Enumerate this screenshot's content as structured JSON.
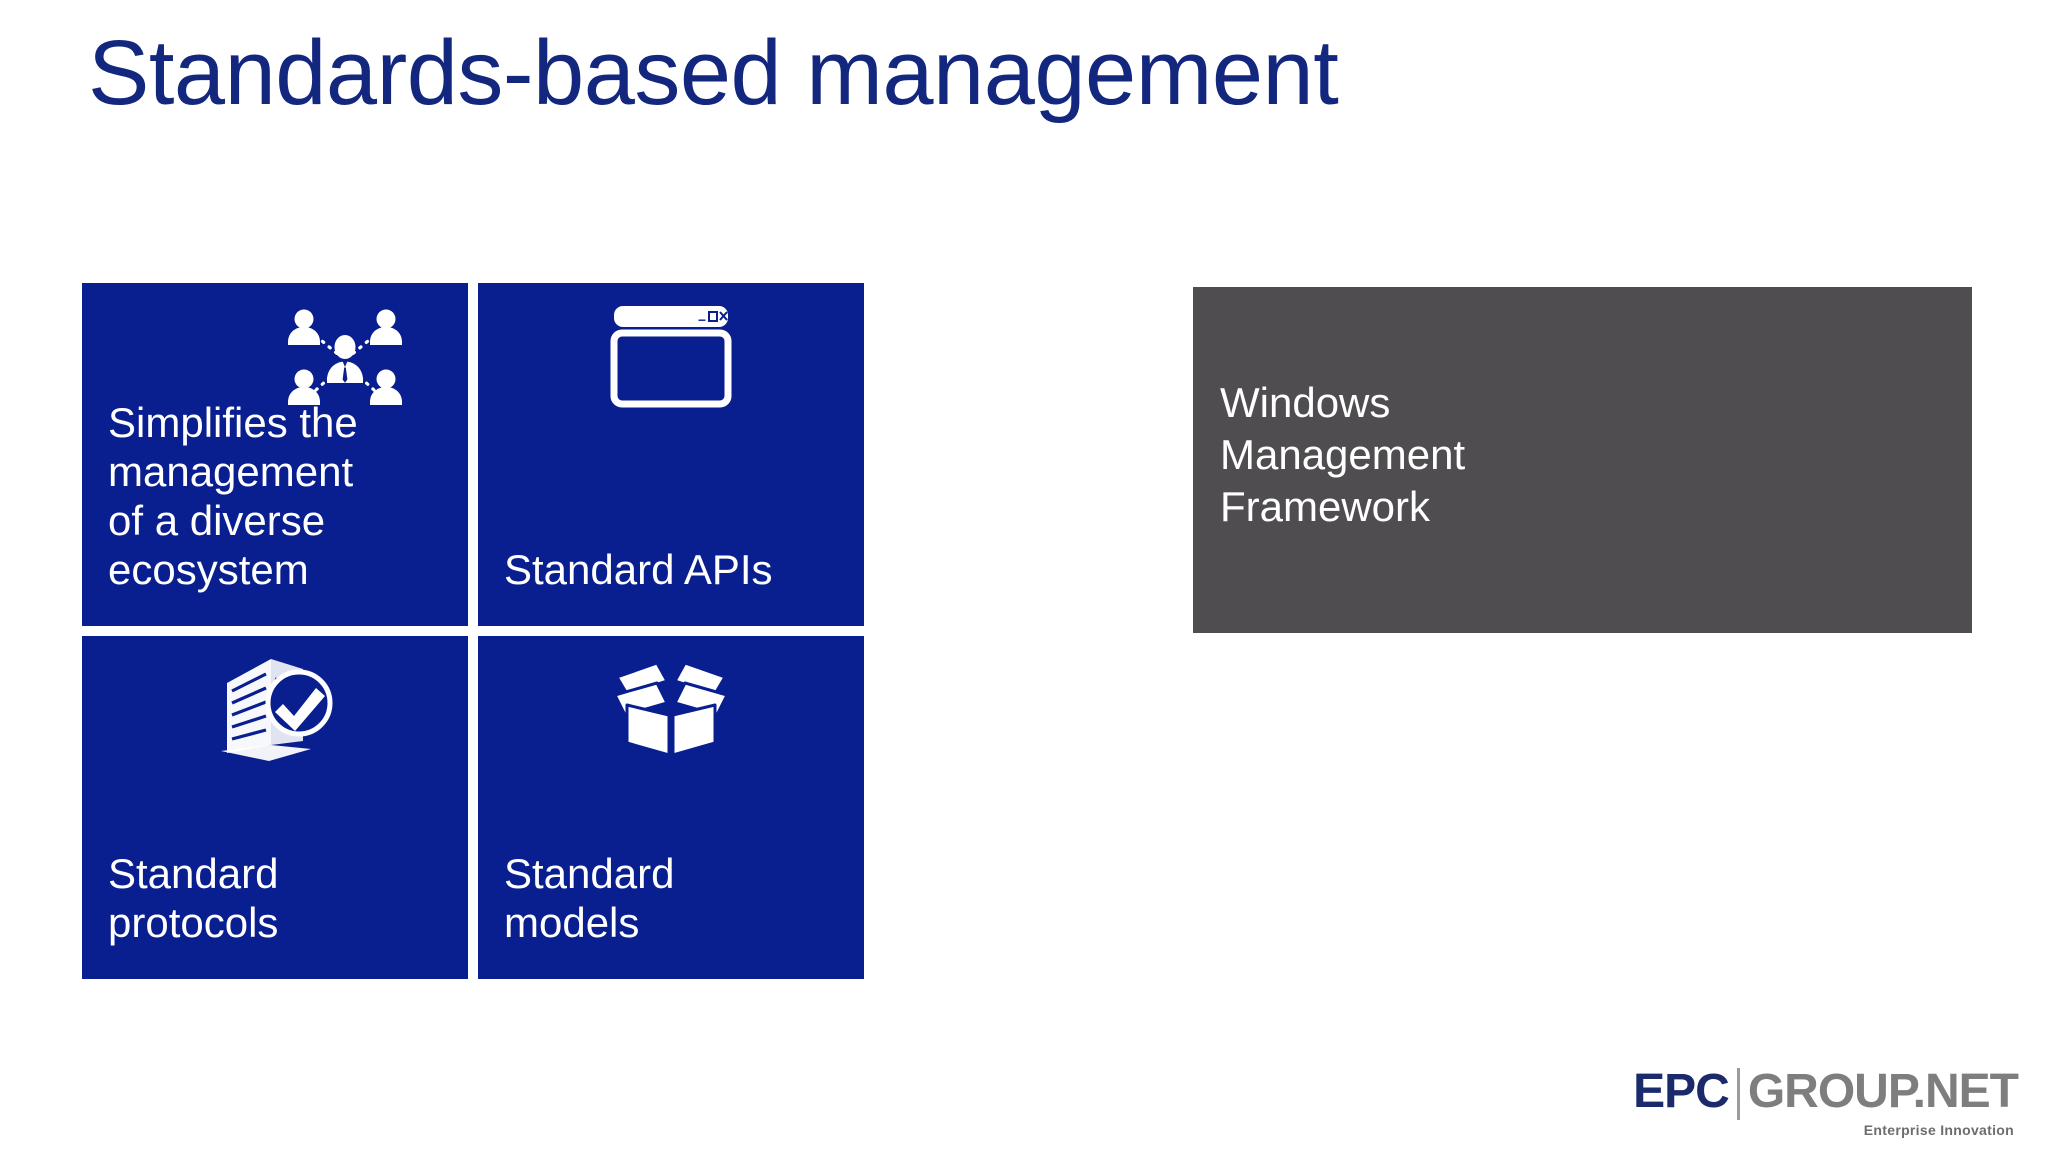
{
  "slide": {
    "title": "Standards-based management",
    "title_color": "#12277d",
    "background": "#ffffff"
  },
  "tiles": {
    "accent_color": "#0a1f8f",
    "text_color": "#ffffff",
    "items": [
      {
        "id": "simplifies",
        "label": "Simplifies the\nmanagement\nof a diverse\necosystem",
        "icon": "people-network-icon"
      },
      {
        "id": "apis",
        "label": "Standard APIs",
        "icon": "browser-window-icon"
      },
      {
        "id": "protocols",
        "label": "Standard\nprotocols",
        "icon": "building-checkmark-icon"
      },
      {
        "id": "models",
        "label": "Standard\nmodels",
        "icon": "open-box-icon"
      }
    ]
  },
  "panel": {
    "label": "Windows\nManagement\nFramework",
    "background": "#4f4d50",
    "text_color": "#ffffff"
  },
  "logo": {
    "primary": "EPC",
    "secondary": "GROUP.NET",
    "tagline": "Enterprise Innovation",
    "primary_color": "#1b2a6b",
    "secondary_color": "#7e7e7e"
  }
}
